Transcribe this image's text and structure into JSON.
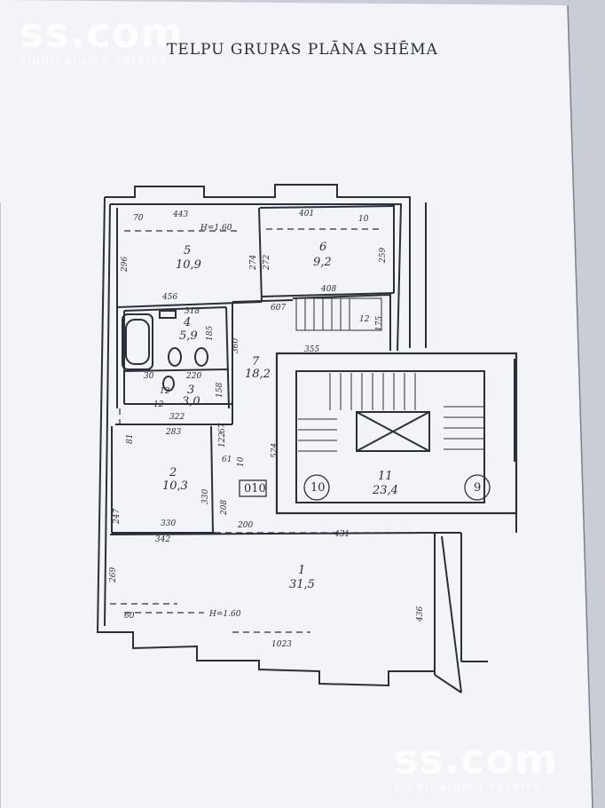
{
  "watermark": {
    "brand": "ss.com",
    "tagline": "sludinājumu serviss"
  },
  "title": "TELPU GRUPAS PLĀNA SHĒMA",
  "rooms": [
    {
      "number": "5",
      "area": "10,9"
    },
    {
      "number": "6",
      "area": "9,2"
    },
    {
      "number": "4",
      "area": "5,9"
    },
    {
      "number": "3",
      "area": "3,0"
    },
    {
      "number": "7",
      "area": "18,2"
    },
    {
      "number": "2",
      "area": "10,3"
    },
    {
      "number": "11",
      "area": "23,4"
    },
    {
      "number": "1",
      "area": "31,5"
    }
  ],
  "markers": {
    "box": "010",
    "circle_left": "10",
    "circle_right": "9"
  },
  "dimensions": {
    "h": [
      "70",
      "443",
      "H=1.60",
      "401",
      "10",
      "456",
      "408",
      "318",
      "607",
      "355",
      "30",
      "220",
      "322",
      "283",
      "61",
      "330",
      "342",
      "200",
      "431",
      "60",
      "H=1.60",
      "1023",
      "12",
      "12",
      "12"
    ],
    "v": [
      "296",
      "274",
      "272",
      "259",
      "175",
      "185",
      "360",
      "158",
      "81",
      "67",
      "122",
      "524",
      "247",
      "330",
      "208",
      "269",
      "436",
      "10"
    ]
  }
}
